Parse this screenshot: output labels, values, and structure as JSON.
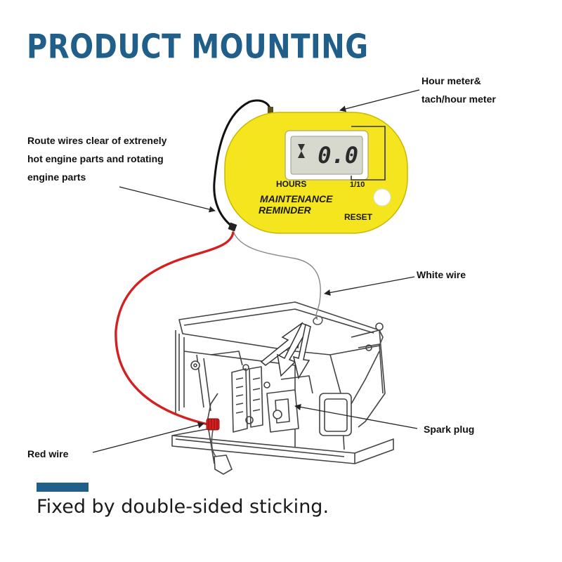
{
  "title": "PRODUCT MOUNTING",
  "colors": {
    "title": "#1f5f89",
    "accent_bar": "#1f5f89",
    "meter_body": "#f5e51f",
    "red_wire": "#d42020",
    "black_wire": "#111111"
  },
  "callouts": {
    "hour_meter": [
      "Hour meter&",
      "tach/hour meter"
    ],
    "route_wires": [
      "Route wires clear of extrenely",
      "hot engine parts and rotating",
      "engine parts"
    ],
    "white_wire": "White wire",
    "spark_plug": "Spark plug",
    "red_wire": "Red wire"
  },
  "meter": {
    "display": "0.0",
    "hours_label": "HOURS",
    "tenths_label": "1/10",
    "maintenance_label": "MAINTENANCE",
    "reminder_label": "REMINDER",
    "reset_label": "RESET"
  },
  "footer": {
    "text": "Fixed by double-sided sticking."
  }
}
